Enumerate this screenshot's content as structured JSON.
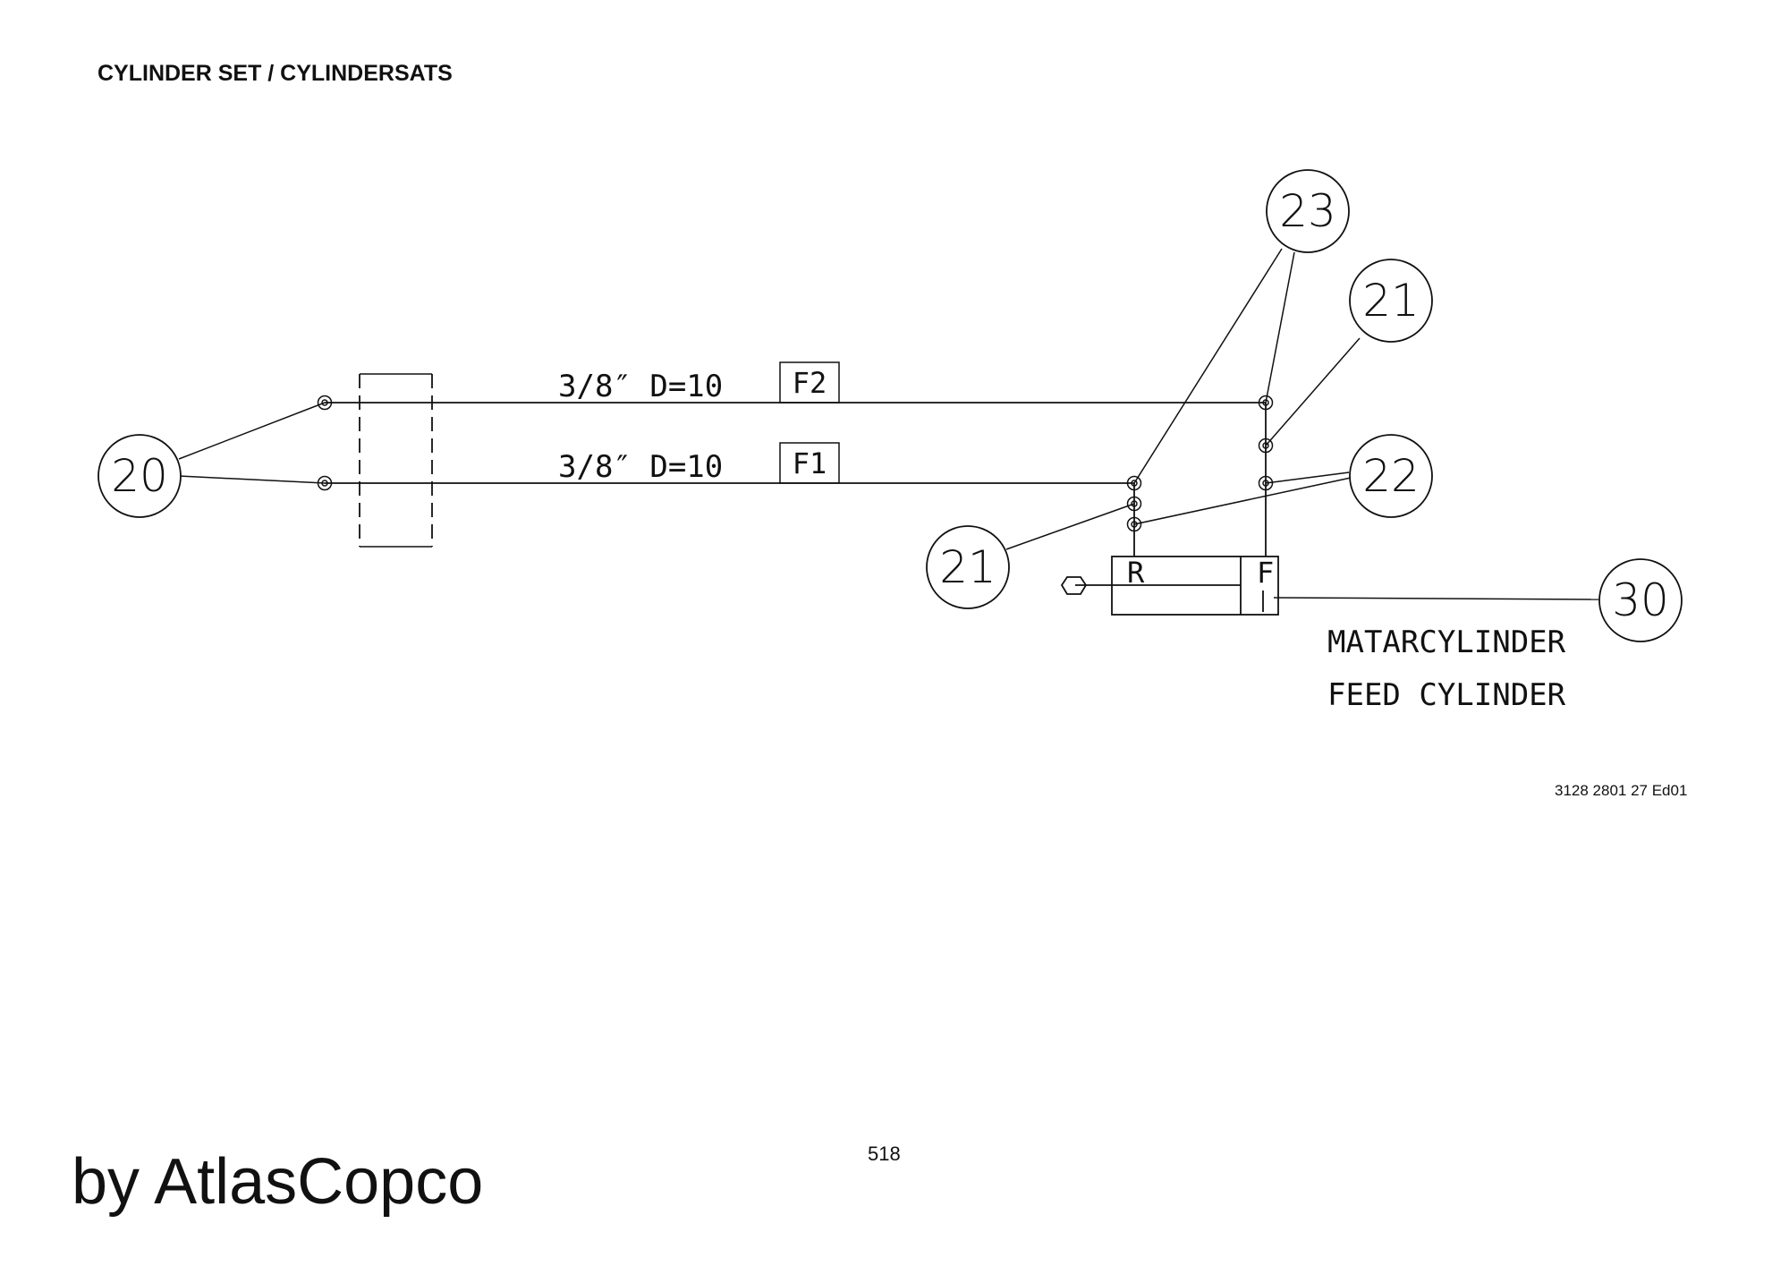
{
  "header": {
    "title": "CYLINDER SET / CYLINDERSATS"
  },
  "diagram": {
    "hoses": [
      {
        "size_label": "3/8″ D=10",
        "tag": "F2"
      },
      {
        "size_label": "3/8″ D=10",
        "tag": "F1"
      }
    ],
    "cylinder": {
      "port_left": "R",
      "port_right": "F",
      "label_sv": "MATARCYLINDER",
      "label_en": "FEED CYLINDER"
    },
    "callouts": {
      "c20": "20",
      "c23": "23",
      "c21_top": "21",
      "c22": "22",
      "c21_bottom": "21",
      "c30": "30"
    }
  },
  "footer": {
    "doc_code": "3128 2801 27 Ed01",
    "page_number": "518",
    "brand": "by AtlasCopco"
  },
  "colors": {
    "ink": "#111111",
    "background": "#ffffff"
  }
}
